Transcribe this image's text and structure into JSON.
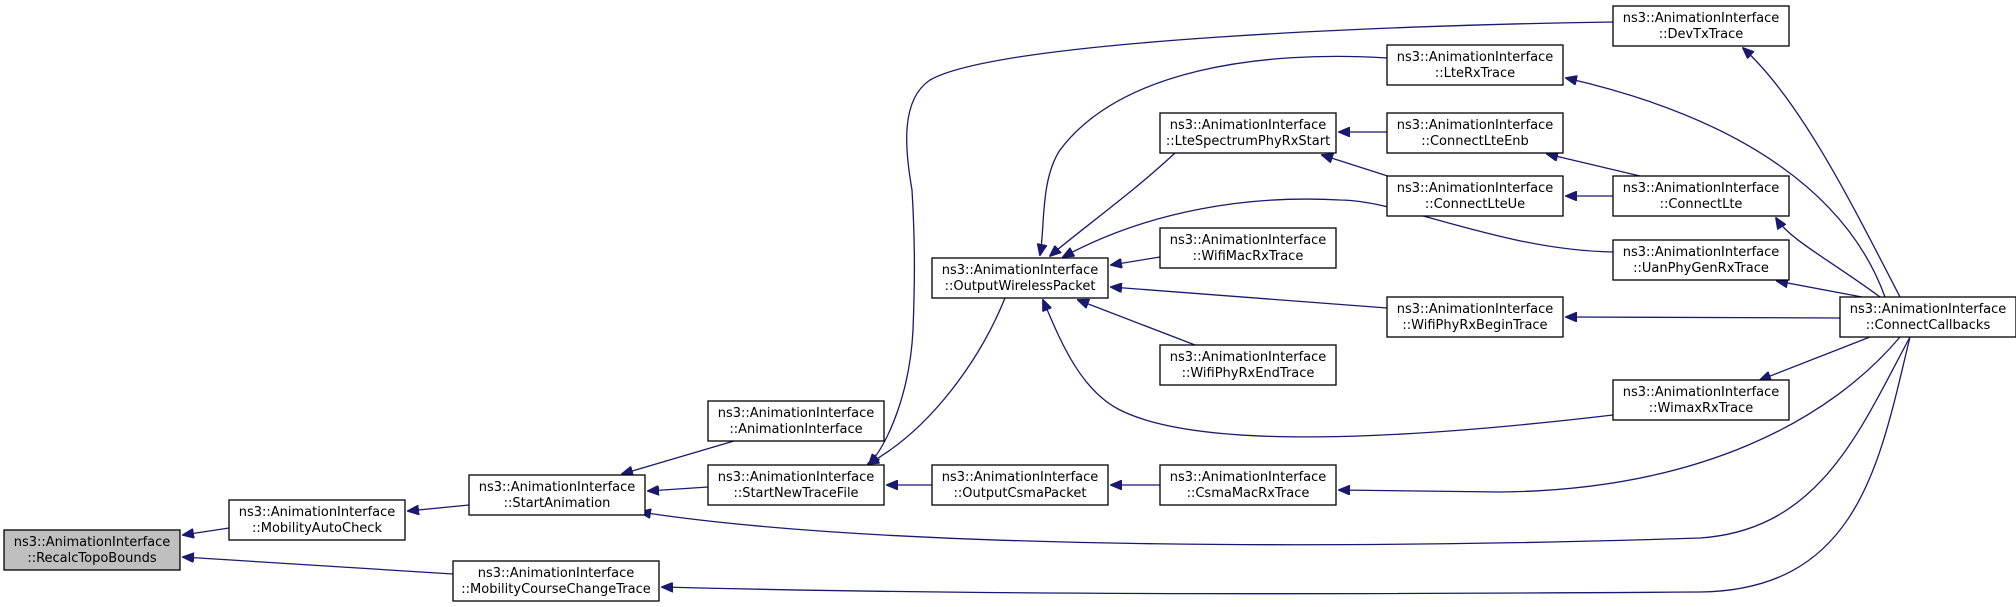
{
  "diagram": {
    "type": "call-graph",
    "edge_color": "#191970",
    "root_fill": "#bfbfbf",
    "nodes": {
      "recalc": {
        "line1": "ns3::AnimationInterface",
        "line2": "::RecalcTopoBounds",
        "root": true
      },
      "mobilityAuto": {
        "line1": "ns3::AnimationInterface",
        "line2": "::MobilityAutoCheck"
      },
      "mobilityCourse": {
        "line1": "ns3::AnimationInterface",
        "line2": "::MobilityCourseChangeTrace"
      },
      "startAnim": {
        "line1": "ns3::AnimationInterface",
        "line2": "::StartAnimation"
      },
      "animIface": {
        "line1": "ns3::AnimationInterface",
        "line2": "::AnimationInterface"
      },
      "startNewTrace": {
        "line1": "ns3::AnimationInterface",
        "line2": "::StartNewTraceFile"
      },
      "outputWireless": {
        "line1": "ns3::AnimationInterface",
        "line2": "::OutputWirelessPacket"
      },
      "outputCsma": {
        "line1": "ns3::AnimationInterface",
        "line2": "::OutputCsmaPacket"
      },
      "lteSpectrum": {
        "line1": "ns3::AnimationInterface",
        "line2": "::LteSpectrumPhyRxStart"
      },
      "wifiMacRx": {
        "line1": "ns3::AnimationInterface",
        "line2": "::WifiMacRxTrace"
      },
      "wifiPhyRxEnd": {
        "line1": "ns3::AnimationInterface",
        "line2": "::WifiPhyRxEndTrace"
      },
      "csmaMacRx": {
        "line1": "ns3::AnimationInterface",
        "line2": "::CsmaMacRxTrace"
      },
      "lteRx": {
        "line1": "ns3::AnimationInterface",
        "line2": "::LteRxTrace"
      },
      "connectLteEnb": {
        "line1": "ns3::AnimationInterface",
        "line2": "::ConnectLteEnb"
      },
      "connectLteUe": {
        "line1": "ns3::AnimationInterface",
        "line2": "::ConnectLteUe"
      },
      "wifiPhyRxBegin": {
        "line1": "ns3::AnimationInterface",
        "line2": "::WifiPhyRxBeginTrace"
      },
      "devTx": {
        "line1": "ns3::AnimationInterface",
        "line2": "::DevTxTrace"
      },
      "connectLte": {
        "line1": "ns3::AnimationInterface",
        "line2": "::ConnectLte"
      },
      "uanPhyGenRx": {
        "line1": "ns3::AnimationInterface",
        "line2": "::UanPhyGenRxTrace"
      },
      "wimaxRx": {
        "line1": "ns3::AnimationInterface",
        "line2": "::WimaxRxTrace"
      },
      "connectCallbacks": {
        "line1": "ns3::AnimationInterface",
        "line2": "::ConnectCallbacks"
      }
    },
    "edges": [
      {
        "from": "mobilityAuto",
        "to": "recalc"
      },
      {
        "from": "mobilityCourse",
        "to": "recalc"
      },
      {
        "from": "startAnim",
        "to": "mobilityAuto"
      },
      {
        "from": "animIface",
        "to": "startAnim"
      },
      {
        "from": "startNewTrace",
        "to": "startAnim"
      },
      {
        "from": "connectCallbacks",
        "to": "startAnim"
      },
      {
        "from": "connectCallbacks",
        "to": "mobilityCourse"
      },
      {
        "from": "outputWireless",
        "to": "startNewTrace"
      },
      {
        "from": "outputCsma",
        "to": "startNewTrace"
      },
      {
        "from": "devTx",
        "to": "startNewTrace"
      },
      {
        "from": "csmaMacRx",
        "to": "outputCsma"
      },
      {
        "from": "connectCallbacks",
        "to": "csmaMacRx"
      },
      {
        "from": "lteRx",
        "to": "outputWireless"
      },
      {
        "from": "lteSpectrum",
        "to": "outputWireless"
      },
      {
        "from": "uanPhyGenRx",
        "to": "outputWireless"
      },
      {
        "from": "wifiMacRx",
        "to": "outputWireless"
      },
      {
        "from": "wifiPhyRxBegin",
        "to": "outputWireless"
      },
      {
        "from": "wifiPhyRxEnd",
        "to": "outputWireless"
      },
      {
        "from": "wimaxRx",
        "to": "outputWireless"
      },
      {
        "from": "connectLteEnb",
        "to": "lteSpectrum"
      },
      {
        "from": "connectLteUe",
        "to": "lteSpectrum"
      },
      {
        "from": "connectLte",
        "to": "connectLteEnb"
      },
      {
        "from": "connectLte",
        "to": "connectLteUe"
      },
      {
        "from": "connectCallbacks",
        "to": "lteRx"
      },
      {
        "from": "connectCallbacks",
        "to": "devTx"
      },
      {
        "from": "connectCallbacks",
        "to": "connectLte"
      },
      {
        "from": "connectCallbacks",
        "to": "uanPhyGenRx"
      },
      {
        "from": "connectCallbacks",
        "to": "wifiPhyRxBegin"
      },
      {
        "from": "connectCallbacks",
        "to": "wimaxRx"
      }
    ]
  }
}
